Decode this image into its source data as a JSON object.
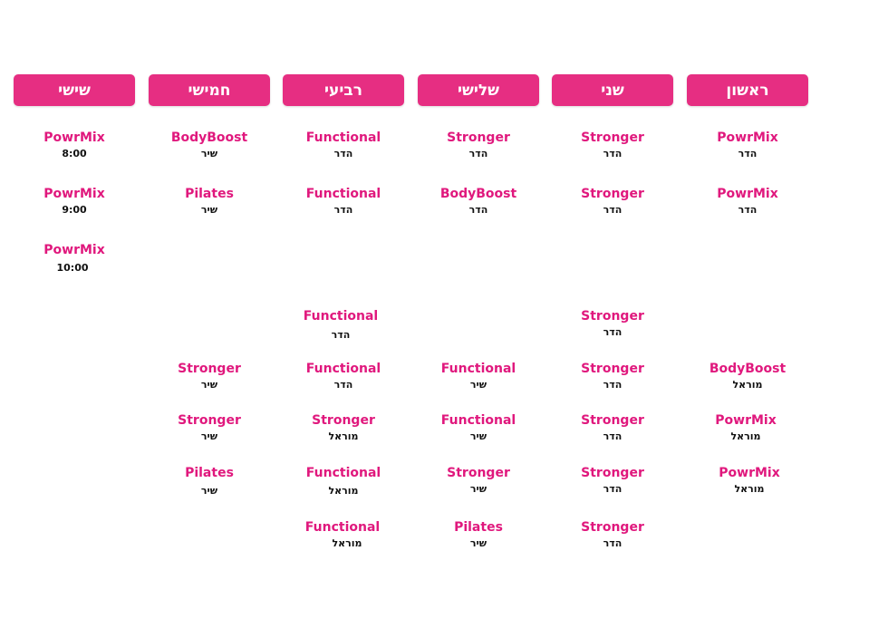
{
  "days": [
    {
      "label": "ראשון",
      "items": [
        {
          "name": "PowrMix",
          "sub": "הדר"
        },
        {
          "name": "PowrMix",
          "sub": "הדר"
        },
        {
          "name": "BodyBoost",
          "sub": "מוראל"
        },
        {
          "name": "PowrMix",
          "sub": "מוראל"
        },
        {
          "name": "PowrMix",
          "sub": "מוראל"
        }
      ]
    },
    {
      "label": "שני",
      "items": [
        {
          "name": "Stronger",
          "sub": "הדר"
        },
        {
          "name": "Stronger",
          "sub": "הדר"
        },
        {
          "name": "Stronger",
          "sub": "הדר"
        },
        {
          "name": "Stronger",
          "sub": "הדר"
        },
        {
          "name": "Stronger",
          "sub": "הדר"
        },
        {
          "name": "Stronger",
          "sub": "הדר"
        },
        {
          "name": "Stronger",
          "sub": "הדר"
        }
      ]
    },
    {
      "label": "שלישי",
      "items": [
        {
          "name": "Stronger",
          "sub": "הדר"
        },
        {
          "name": "BodyBoost",
          "sub": "הדר"
        },
        {
          "name": "Functional",
          "sub": "שיר"
        },
        {
          "name": "Functional",
          "sub": "שיר"
        },
        {
          "name": "Stronger",
          "sub": "שיר"
        },
        {
          "name": "Pilates",
          "sub": "שיר"
        }
      ]
    },
    {
      "label": "רביעי",
      "items": [
        {
          "name": "Functional",
          "sub": "הדר"
        },
        {
          "name": "Functional",
          "sub": "הדר"
        },
        {
          "name": "Functional",
          "sub": "הדר"
        },
        {
          "name": "Functional",
          "sub": "הדר"
        },
        {
          "name": "Stronger",
          "sub": "מוראל"
        },
        {
          "name": "Functional",
          "sub": "מוראל"
        },
        {
          "name": "Functional",
          "sub": "מוראל"
        }
      ]
    },
    {
      "label": "חמישי",
      "items": [
        {
          "name": "BodyBoost",
          "sub": "שיר"
        },
        {
          "name": "Pilates",
          "sub": "שיר"
        },
        {
          "name": "Stronger",
          "sub": "שיר"
        },
        {
          "name": "Stronger",
          "sub": "שיר"
        },
        {
          "name": "Pilates",
          "sub": "שיר"
        }
      ]
    },
    {
      "label": "שישי",
      "items": [
        {
          "name": "PowrMix",
          "sub": "8:00"
        },
        {
          "name": "PowrMix",
          "sub": "9:00"
        },
        {
          "name": "PowrMix",
          "sub": "10:00"
        }
      ]
    }
  ],
  "colors": {
    "accent": "#e62e82",
    "class_text": "#e0187d",
    "sub_text": "#111111"
  }
}
